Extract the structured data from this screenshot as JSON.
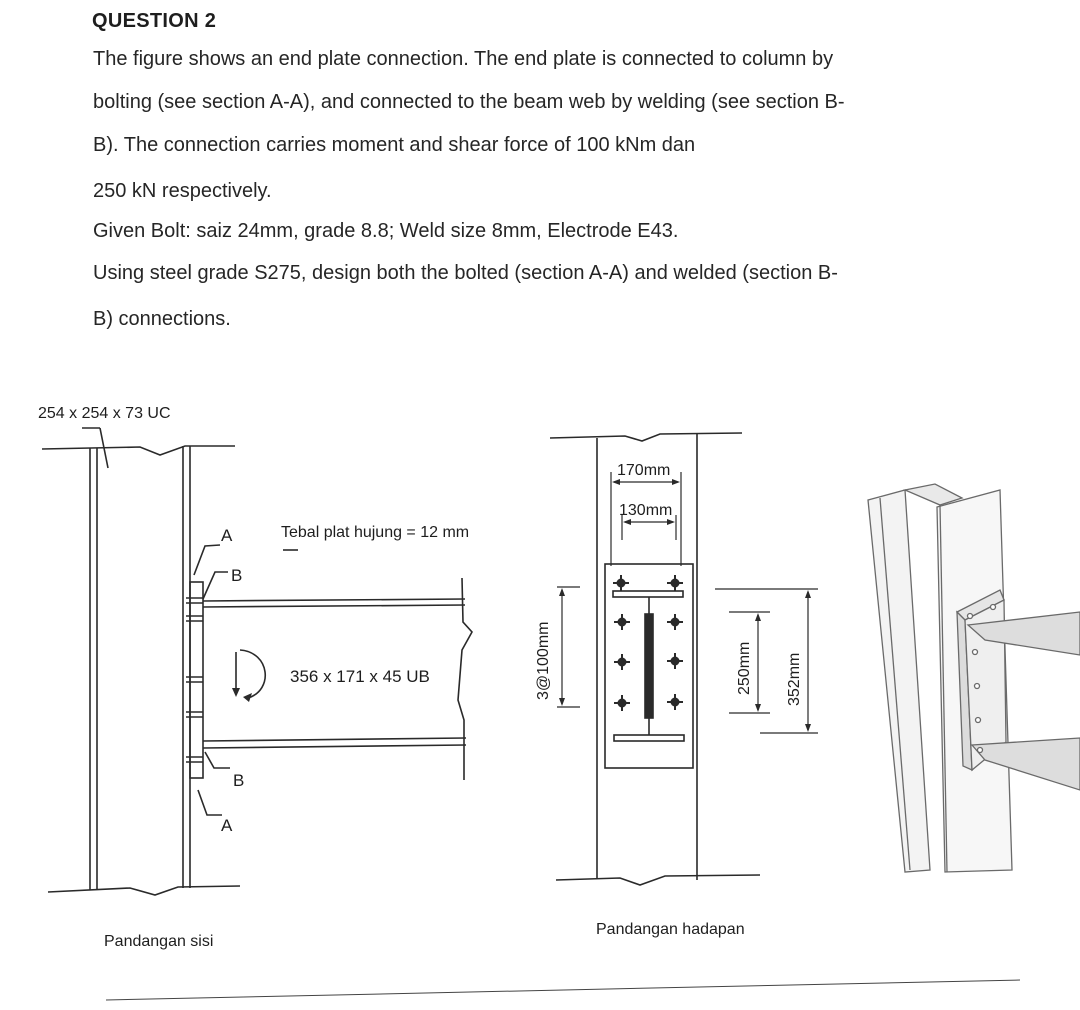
{
  "question": {
    "title": "QUESTION 2",
    "lines": [
      "The figure shows an end plate connection. The end plate is connected to column by",
      "bolting (see section A-A), and connected to the beam web by welding (see section B-",
      "B). The connection carries moment and shear force of 100 kNm dan",
      "250 kN respectively.",
      "Given Bolt: saiz 24mm, grade 8.8; Weld size 8mm, Electrode E43.",
      "Using steel grade S275, design both the bolted (section A-A) and welded (section B-",
      "B) connections."
    ]
  },
  "figure": {
    "column_label": "254 x 254 x 73 UC",
    "plate_thickness_label": "Tebal plat hujung = 12 mm",
    "beam_label": "356 x 171 x 45 UB",
    "section_a": "A",
    "section_b": "B",
    "dim_170": "170mm",
    "dim_130": "130mm",
    "dim_pitch": "3@100mm",
    "dim_250": "250mm",
    "dim_352": "352mm",
    "side_view_caption": "Pandangan sisi",
    "front_view_caption": "Pandangan hadapan"
  }
}
